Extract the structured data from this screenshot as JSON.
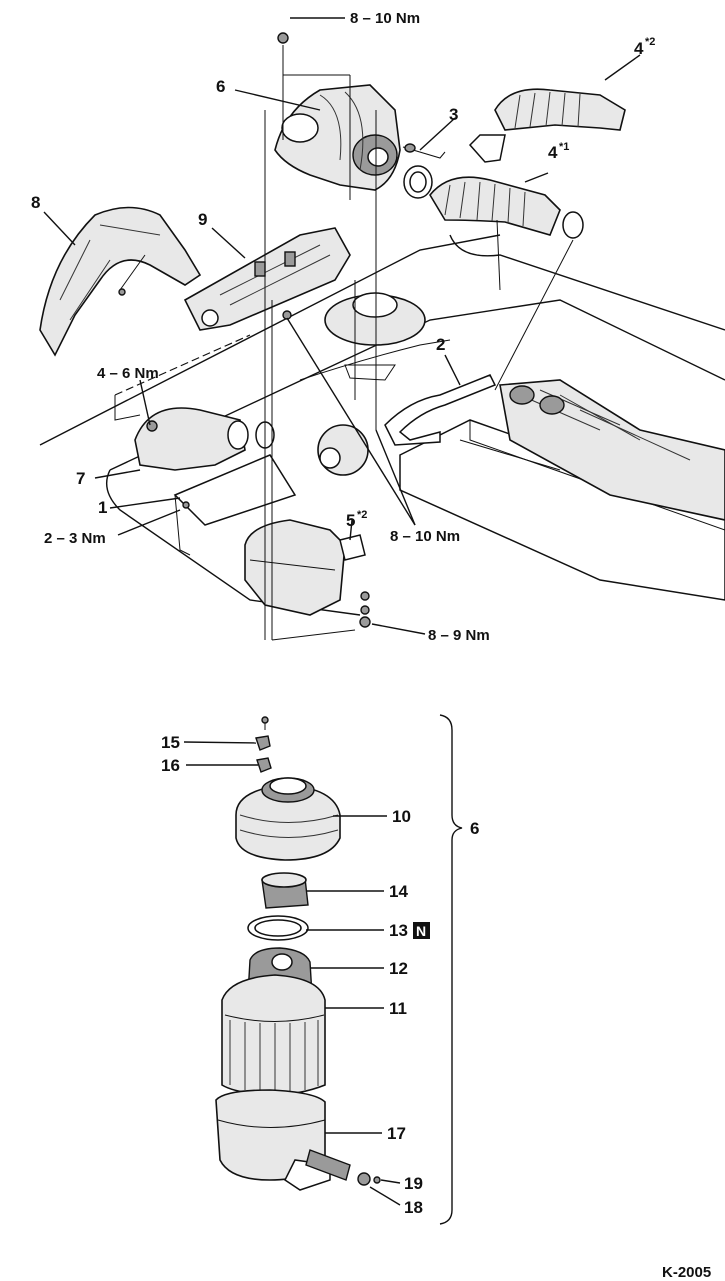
{
  "labels": {
    "t_top": "8 – 10 Nm",
    "p6": "6",
    "p3": "3",
    "p4a": "4",
    "p4a_sup": "*2",
    "p4b": "4",
    "p4b_sup": "*1",
    "p8": "8",
    "p9": "9",
    "p2": "2",
    "t_4_6": "4 – 6 Nm",
    "p7": "7",
    "p1": "1",
    "t_2_3": "2 – 3 Nm",
    "p5": "5",
    "p5_sup": "*2",
    "t_mid": "8 – 10 Nm",
    "t_8_9": "8 – 9 Nm",
    "d15": "15",
    "d16": "16",
    "d10": "10",
    "d6": "6",
    "d14": "14",
    "d13": "13",
    "d13_badge": "N",
    "d12": "12",
    "d11": "11",
    "d17": "17",
    "d19": "19",
    "d18": "18",
    "ref": "K-2005"
  }
}
